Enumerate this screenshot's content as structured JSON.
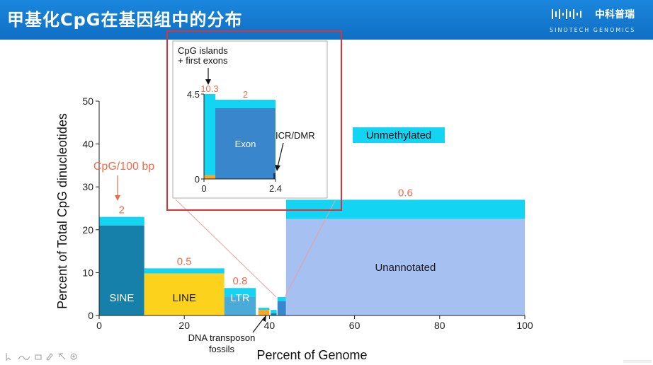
{
  "header": {
    "title": "甲基化CpG在基因组中的分布",
    "logo_name": "中科普瑞",
    "logo_sub": "SINOTECH GENOMICS"
  },
  "colors": {
    "header_bg": "#1282d8",
    "unmethylated": "#14d4f4",
    "sine": "#1680aa",
    "line": "#fcd21c",
    "ltr": "#4aaad8",
    "dna_fossil": "#f5a623",
    "unannotated": "#a6c0f2",
    "exon": "#3a86cc",
    "annotation_red": "#f26a4a",
    "highlight_box": "#e03030"
  },
  "chart_data": {
    "type": "bar",
    "xlabel": "Percent of Genome",
    "ylabel": "Percent of Total CpG dinucleotides",
    "xlim": [
      0,
      100
    ],
    "ylim": [
      0,
      50
    ],
    "xticks": [
      "0",
      "20",
      "40",
      "60",
      "80",
      "100"
    ],
    "yticks": [
      "0",
      "10",
      "20",
      "30",
      "40",
      "50"
    ],
    "legend": {
      "label": "Unmethylated",
      "placement": "top-right"
    },
    "annotations": [
      {
        "text": "CpG/100 bp",
        "target": "SINE"
      },
      {
        "text": "DNA transposon fossils",
        "target": "DNA"
      }
    ],
    "segments": [
      {
        "name": "SINE",
        "label": "SINE",
        "x0": 0,
        "x1": 10.6,
        "methylated": 21,
        "total": 23,
        "density": "2",
        "fill": "sine"
      },
      {
        "name": "LINE",
        "label": "LINE",
        "x0": 10.6,
        "x1": 29.4,
        "methylated": 9.8,
        "total": 11,
        "density": "0.5",
        "fill": "line"
      },
      {
        "name": "LTR",
        "label": "LTR",
        "x0": 29.4,
        "x1": 36.8,
        "methylated": 4.4,
        "total": 6.4,
        "density": "0.8",
        "fill": "ltr"
      },
      {
        "name": "DNA",
        "label": "",
        "x0": 37.4,
        "x1": 40.0,
        "methylated": 1.3,
        "total": 1.8,
        "density": "",
        "fill": "dna_fossil"
      },
      {
        "name": "DNA-blue",
        "label": "",
        "x0": 40.3,
        "x1": 41.7,
        "methylated": 0.5,
        "total": 1.3,
        "density": "",
        "fill": "sine"
      },
      {
        "name": "small-blue",
        "label": "",
        "x0": 41.9,
        "x1": 43.9,
        "methylated": 3.3,
        "total": 4.3,
        "density": "",
        "fill": "exon"
      },
      {
        "name": "Unannotated",
        "label": "Unannotated",
        "x0": 43.9,
        "x1": 100,
        "methylated": 22.5,
        "total": 27,
        "density": "0.6",
        "fill": "unannotated"
      }
    ],
    "inset": {
      "xlim": [
        0,
        2.4
      ],
      "ylim": [
        0,
        4.5
      ],
      "xticks": [
        "0",
        "2.4"
      ],
      "yticks": [
        "0",
        "4.5"
      ],
      "callout_islands": "CpG islands + first exons",
      "callout_islands_lines": [
        "CpG islands",
        "+ first exons"
      ],
      "callout_icr": "ICR/DMR",
      "segments": [
        {
          "name": "CpG islands",
          "x0": 0,
          "x1": 0.38,
          "methylated": 0.2,
          "total": 4.5,
          "density": "10.3",
          "fill": "dna_fossil"
        },
        {
          "name": "Exon",
          "x0": 0.38,
          "x1": 2.4,
          "methylated": 3.75,
          "total": 4.2,
          "density": "2",
          "fill": "exon",
          "label": "Exon"
        }
      ]
    }
  }
}
